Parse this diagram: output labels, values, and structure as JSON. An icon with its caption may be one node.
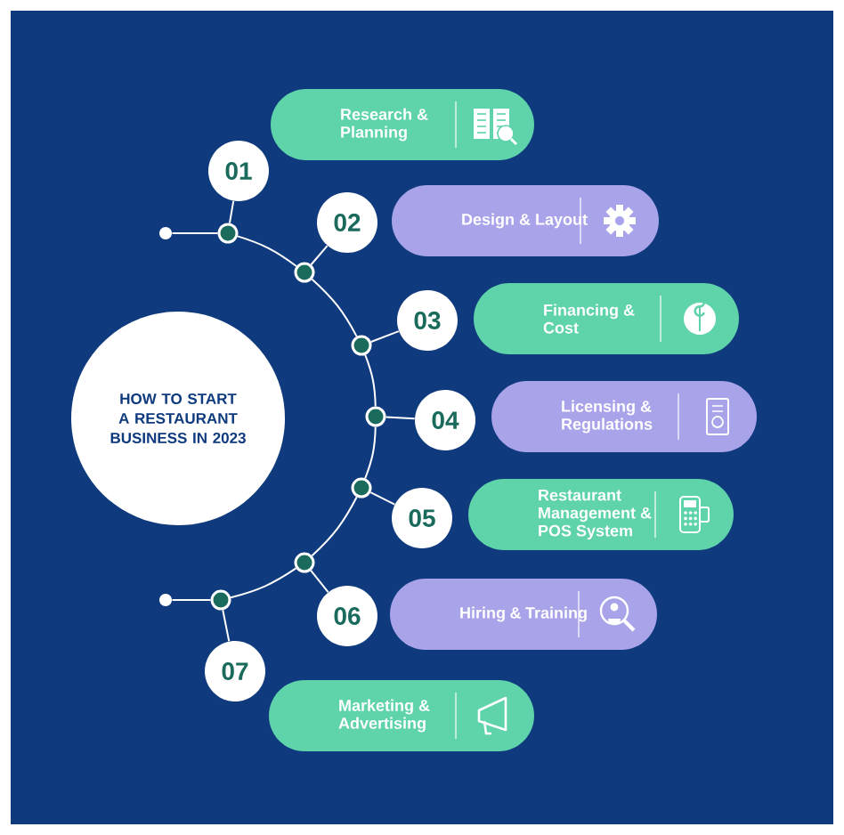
{
  "diagram": {
    "nodes": [
      {
        "text": [
          "HOW TO START A RESTAURANT BUSINESS IN 2023"
        ]
      },
      {
        "text": [
          "01"
        ]
      },
      {
        "text": [
          "02"
        ]
      },
      {
        "text": [
          "03"
        ]
      },
      {
        "text": [
          "04"
        ]
      },
      {
        "text": [
          "05"
        ]
      },
      {
        "text": [
          "06"
        ]
      },
      {
        "text": [
          "07"
        ]
      },
      {
        "text": [
          "Research & Planning"
        ]
      },
      {
        "text": [
          "Design & Layout"
        ]
      },
      {
        "text": [
          "Financing & Cost"
        ]
      },
      {
        "text": [
          "Licensing & Regulations"
        ]
      },
      {
        "text": [
          "Restaurant Management & POS System"
        ]
      },
      {
        "text": [
          "Hiring & Training"
        ]
      },
      {
        "text": [
          "Marketing & Advertising"
        ]
      },
      {
        "text": [],
        "shape": "circle"
      },
      {
        "text": [],
        "shape": "circle"
      },
      {
        "text": [],
        "shape": "circle"
      },
      {
        "text": [],
        "shape": "circle"
      },
      {
        "text": [],
        "shape": "circle"
      },
      {
        "text": [],
        "shape": "circle"
      },
      {
        "text": [],
        "shape": "circle"
      },
      {
        "text": [],
        "shape": "circle"
      },
      {
        "text": [],
        "shape": "circle"
      }
    ],
    "edges": [
      {
        "from": 15,
        "to": 16,
        "arrow": "none"
      },
      {
        "from": 16,
        "to": 17,
        "arrow": "none"
      },
      {
        "from": 17,
        "to": 18,
        "arrow": "none"
      },
      {
        "from": 18,
        "to": 19,
        "arrow": "none"
      },
      {
        "from": 19,
        "to": 20,
        "arrow": "none"
      },
      {
        "from": 20,
        "to": 21,
        "arrow": "none"
      },
      {
        "from": 21,
        "to": 22,
        "arrow": "none"
      },
      {
        "from": 22,
        "to": 23,
        "arrow": "none"
      },
      {
        "from": 16,
        "to": 1,
        "arrow": "none"
      },
      {
        "from": 17,
        "to": 2,
        "arrow": "none"
      },
      {
        "from": 18,
        "to": 3,
        "arrow": "none"
      },
      {
        "from": 19,
        "to": 4,
        "arrow": "none"
      },
      {
        "from": 20,
        "to": 5,
        "arrow": "none"
      },
      {
        "from": 21,
        "to": 6,
        "arrow": "none"
      },
      {
        "from": 22,
        "to": 7,
        "arrow": "none"
      }
    ]
  }
}
